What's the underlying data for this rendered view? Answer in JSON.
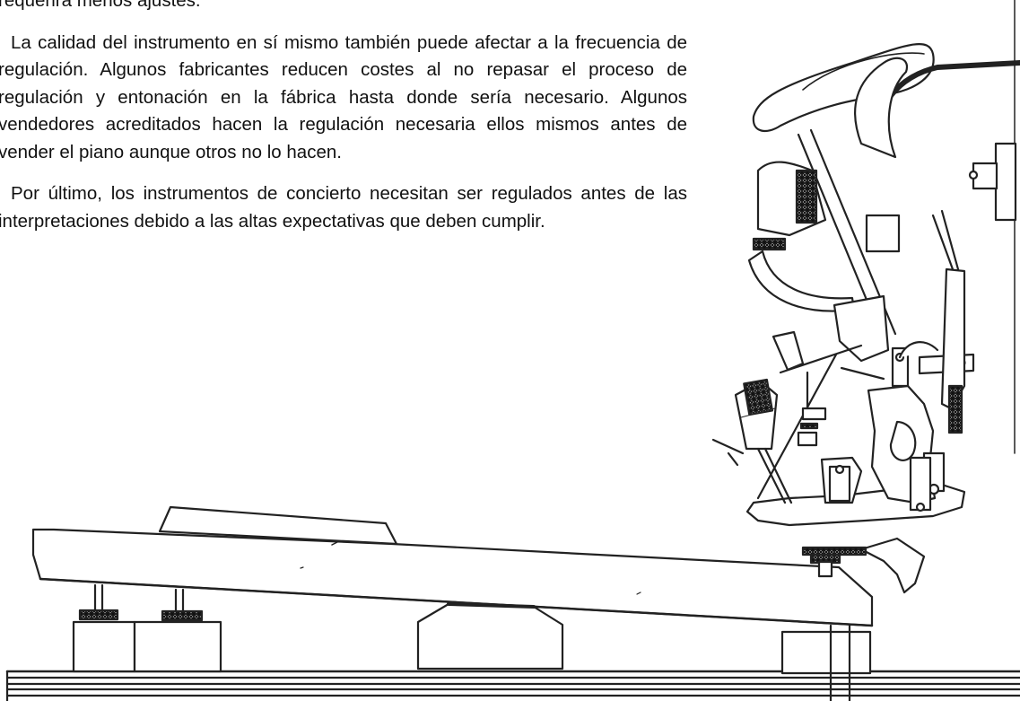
{
  "document": {
    "paragraphs": [
      "requerirá menos ajustes.",
      "La calidad del instrumento en sí mismo también puede afectar a la frecuencia de regulación. Algunos fabricantes reducen costes al no repasar el proceso de regulación y entonación en la fábrica hasta donde sería necesario. Algunos vendedores acreditados hacen la regulación necesaria ellos mismos antes de vender el piano aunque otros no lo hacen.",
      "Por último, los instrumentos de concierto necesitan ser regulados antes de las interpretaciones debido a las altas expectativas que deben cumplir."
    ]
  },
  "illustration": {
    "icon": "piano-action-diagram"
  }
}
